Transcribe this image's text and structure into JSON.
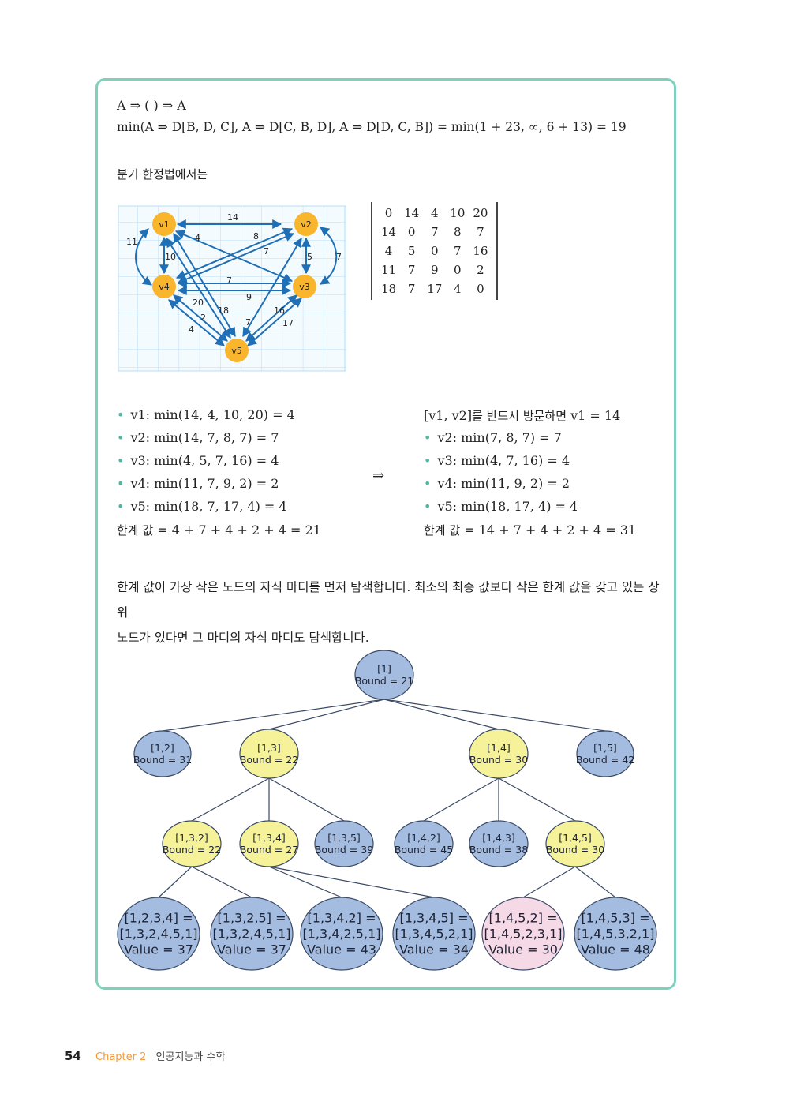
{
  "formula_line1": "A ⇒ (              ) ⇒ A",
  "formula_line2": "min(A ⇒ D[B, D, C], A ⇒ D[C, B, D], A ⇒ D[D, C, B]) = min(1 + 23, ∞, 6 + 13) = 19",
  "section_heading": "분기 한정법에서는",
  "graph": {
    "nodes": [
      {
        "id": "v1",
        "label": "v1"
      },
      {
        "id": "v2",
        "label": "v2"
      },
      {
        "id": "v3",
        "label": "v3"
      },
      {
        "id": "v4",
        "label": "v4"
      },
      {
        "id": "v5",
        "label": "v5"
      }
    ],
    "edge_labels": [
      "14",
      "11",
      "4",
      "8",
      "10",
      "7",
      "5",
      "7",
      "7",
      "9",
      "20",
      "18",
      "16",
      "2",
      "7",
      "17",
      "4"
    ],
    "node_color": "#f9b52c",
    "edge_color": "#1f6fb6"
  },
  "matrix": [
    [
      "0",
      "14",
      "4",
      "10",
      "20"
    ],
    [
      "14",
      "0",
      "7",
      "8",
      "7"
    ],
    [
      "4",
      "5",
      "0",
      "7",
      "16"
    ],
    [
      "11",
      "7",
      "9",
      "0",
      "2"
    ],
    [
      "18",
      "7",
      "17",
      "4",
      "0"
    ]
  ],
  "left_list": {
    "items": [
      "v1: min(14, 4, 10, 20) = 4",
      "v2: min(14, 7, 8, 7)   = 7",
      "v3: min(4, 5, 7, 16)   = 4",
      "v4: min(11, 7, 9, 2)   = 2",
      "v5: min(18, 7, 17, 4)  = 4"
    ],
    "total_label": "한계 값",
    "total_expr": " = 4 + 7 + 4 + 2 + 4 = 21"
  },
  "implies": "⇒",
  "right_list": {
    "header_part1": "[v1, v2]",
    "header_part2": "를 반드시 방문하면",
    "header_part3": " v1 = 14",
    "items": [
      "v2: min(7, 8, 7)    = 7",
      "v3: min(4, 7, 16)   = 4",
      "v4: min(11, 9, 2)   = 2",
      "v5: min(18, 17, 4)  = 4"
    ],
    "total_label": "한계 값",
    "total_expr": " = 14 + 7 + 4 + 2 + 4 = 31"
  },
  "paragraph_line1": "한계 값이 가장 작은 노드의 자식 마디를 먼저 탐색합니다. 최소의 최종 값보다 작은 한계 값을 갖고 있는 상위",
  "paragraph_line2": "노드가 있다면 그 마디의 자식 마디도 탐색합니다.",
  "tree": {
    "colors": {
      "blue": "#a4bcdf",
      "yellow": "#f5f29a",
      "pink": "#f6d9e6",
      "stroke": "#3a4a66"
    },
    "nodes": [
      {
        "id": "root",
        "lines": [
          "[1]",
          "Bound = 21"
        ],
        "color": "blue"
      },
      {
        "id": "n12",
        "lines": [
          "[1,2]",
          "Bound = 31"
        ],
        "color": "blue"
      },
      {
        "id": "n13",
        "lines": [
          "[1,3]",
          "Bound = 22"
        ],
        "color": "yellow"
      },
      {
        "id": "n14",
        "lines": [
          "[1,4]",
          "Bound = 30"
        ],
        "color": "yellow"
      },
      {
        "id": "n15",
        "lines": [
          "[1,5]",
          "Bound = 42"
        ],
        "color": "blue"
      },
      {
        "id": "n132",
        "lines": [
          "[1,3,2]",
          "Bound = 22"
        ],
        "color": "yellow"
      },
      {
        "id": "n134",
        "lines": [
          "[1,3,4]",
          "Bound = 27"
        ],
        "color": "yellow"
      },
      {
        "id": "n135",
        "lines": [
          "[1,3,5]",
          "Bound = 39"
        ],
        "color": "blue"
      },
      {
        "id": "n142",
        "lines": [
          "[1,4,2]",
          "Bound = 45"
        ],
        "color": "blue"
      },
      {
        "id": "n143",
        "lines": [
          "[1,4,3]",
          "Bound = 38"
        ],
        "color": "blue"
      },
      {
        "id": "n145",
        "lines": [
          "[1,4,5]",
          "Bound = 30"
        ],
        "color": "yellow"
      },
      {
        "id": "l1",
        "lines": [
          "[1,2,3,4] =",
          "[1,3,2,4,5,1]",
          "Value = 37"
        ],
        "color": "blue"
      },
      {
        "id": "l2",
        "lines": [
          "[1,3,2,5] =",
          "[1,3,2,4,5,1]",
          "Value = 37"
        ],
        "color": "blue"
      },
      {
        "id": "l3",
        "lines": [
          "[1,3,4,2] =",
          "[1,3,4,2,5,1]",
          "Value = 43"
        ],
        "color": "blue"
      },
      {
        "id": "l4",
        "lines": [
          "[1,3,4,5] =",
          "[1,3,4,5,2,1]",
          "Value = 34"
        ],
        "color": "blue"
      },
      {
        "id": "l5",
        "lines": [
          "[1,4,5,2] =",
          "[1,4,5,2,3,1]",
          "Value = 30"
        ],
        "color": "pink"
      },
      {
        "id": "l6",
        "lines": [
          "[1,4,5,3] =",
          "[1,4,5,3,2,1]",
          "Value = 48"
        ],
        "color": "blue"
      }
    ]
  },
  "footer": {
    "page_number": "54",
    "chapter": "Chapter 2",
    "title": "인공지능과 수학"
  }
}
